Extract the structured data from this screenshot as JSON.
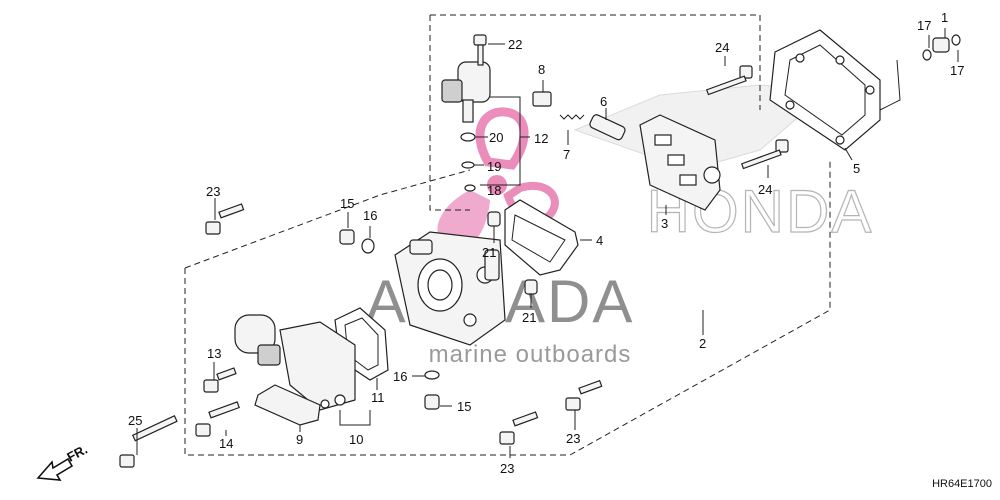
{
  "diagram_code": "HR64E1700",
  "direction_label": "FR.",
  "watermark": {
    "brand": "ARMADA",
    "tagline": "marine outboards",
    "logo_text": "HONDA",
    "colors": {
      "pink": "#e87ab0",
      "gray": "#9a9a9a"
    }
  },
  "callouts": {
    "c1": "1",
    "c2": "2",
    "c3": "3",
    "c4": "4",
    "c5": "5",
    "c6": "6",
    "c7": "7",
    "c8": "8",
    "c9": "9",
    "c10": "10",
    "c11": "11",
    "c12": "12",
    "c13": "13",
    "c14": "14",
    "c15a": "15",
    "c15b": "15",
    "c16a": "16",
    "c16b": "16",
    "c17a": "17",
    "c17b": "17",
    "c18": "18",
    "c19": "19",
    "c20": "20",
    "c21a": "21",
    "c21b": "21",
    "c22": "22",
    "c23a": "23",
    "c23b": "23",
    "c23c": "23",
    "c24a": "24",
    "c24b": "24",
    "c25": "25"
  }
}
